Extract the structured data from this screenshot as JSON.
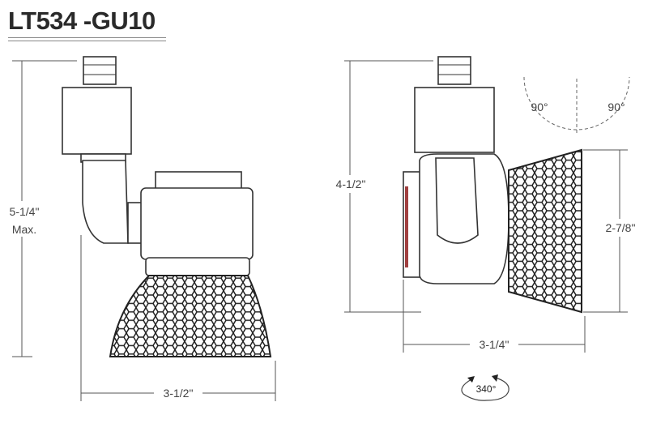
{
  "title": "LT534 -GU10",
  "dimensions": {
    "left_height": "5-1/4\"",
    "left_height_note": "Max.",
    "left_width": "3-1/2\"",
    "right_height": "4-1/2\"",
    "right_width": "3-1/4\"",
    "head_height": "2-7/8\""
  },
  "tilt": {
    "left_angle": "90°",
    "right_angle": "90°"
  },
  "rotation": "340°"
}
